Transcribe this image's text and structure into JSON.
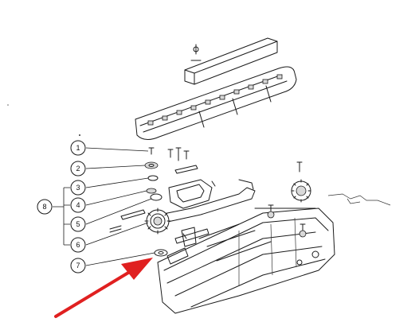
{
  "callouts": [
    {
      "label": "1"
    },
    {
      "label": "2"
    },
    {
      "label": "3"
    },
    {
      "label": "4"
    },
    {
      "label": "5"
    },
    {
      "label": "6"
    },
    {
      "label": "7"
    },
    {
      "label": "8"
    }
  ],
  "colors": {
    "line": "#1a1a1a",
    "arrow": "#e02020",
    "background": "#ffffff"
  }
}
